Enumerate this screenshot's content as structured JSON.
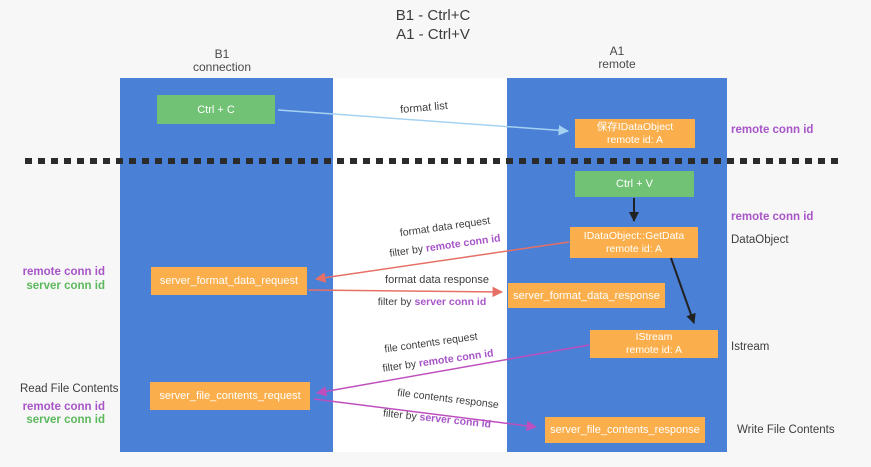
{
  "title": {
    "line1": "B1 - Ctrl+C",
    "line2": "A1 - Ctrl+V"
  },
  "lanes": {
    "left": {
      "title": "B1",
      "subtitle": "connection"
    },
    "right": {
      "title": "A1",
      "subtitle": "remote"
    }
  },
  "nodes": {
    "ctrl_c": {
      "label": "Ctrl + C"
    },
    "saved_dataobject": {
      "line1": "保存IDataObject",
      "line2": "remote id: A"
    },
    "ctrl_v": {
      "label": "Ctrl + V"
    },
    "getdata": {
      "line1": "IDataObject::GetData",
      "line2": "remote id: A"
    },
    "format_request": {
      "label": "server_format_data_request"
    },
    "format_response": {
      "label": "server_format_data_response"
    },
    "istream": {
      "line1": "IStream",
      "line2": "remote id: A"
    },
    "file_request": {
      "label": "server_file_contents_request"
    },
    "file_response": {
      "label": "server_file_contents_response"
    }
  },
  "annotations": {
    "right_top_conn_id": "remote conn id",
    "right_mid_conn_id": "remote conn id",
    "dataobject": "DataObject",
    "istream": "Istream",
    "write_file_contents": "Write File Contents",
    "read_file_contents": "Read File Contents",
    "left_top_remote": "remote conn id",
    "left_top_server": "server conn id",
    "left_bottom_remote": "remote conn id",
    "left_bottom_server": "server conn id"
  },
  "edges": {
    "format_list": {
      "label": "format list"
    },
    "format_data_request": {
      "label": "format data request",
      "filter_prefix": "filter by ",
      "filter_key": "remote conn id"
    },
    "format_data_response": {
      "label": "format data response",
      "filter_prefix": "filter by ",
      "filter_key": "server conn id"
    },
    "file_contents_request": {
      "label": "file contents request",
      "filter_prefix": "filter by ",
      "filter_key": "remote conn id"
    },
    "file_contents_response": {
      "label": "file contents response",
      "filter_prefix": "filter by ",
      "filter_key": "server conn id"
    }
  },
  "colors": {
    "lane_blue": "#4A80D6",
    "node_green": "#72C276",
    "node_orange": "#FAAF4C",
    "arrow_black": "#222222",
    "arrow_salmon": "#E67066",
    "arrow_magenta": "#BE4FBE",
    "arrow_lightblue": "#A5D2F0",
    "conn_id_purple": "#A855C8",
    "conn_id_green": "#5CB85C",
    "text_dark": "#3D3D3D",
    "background": "#F7F7F7"
  }
}
